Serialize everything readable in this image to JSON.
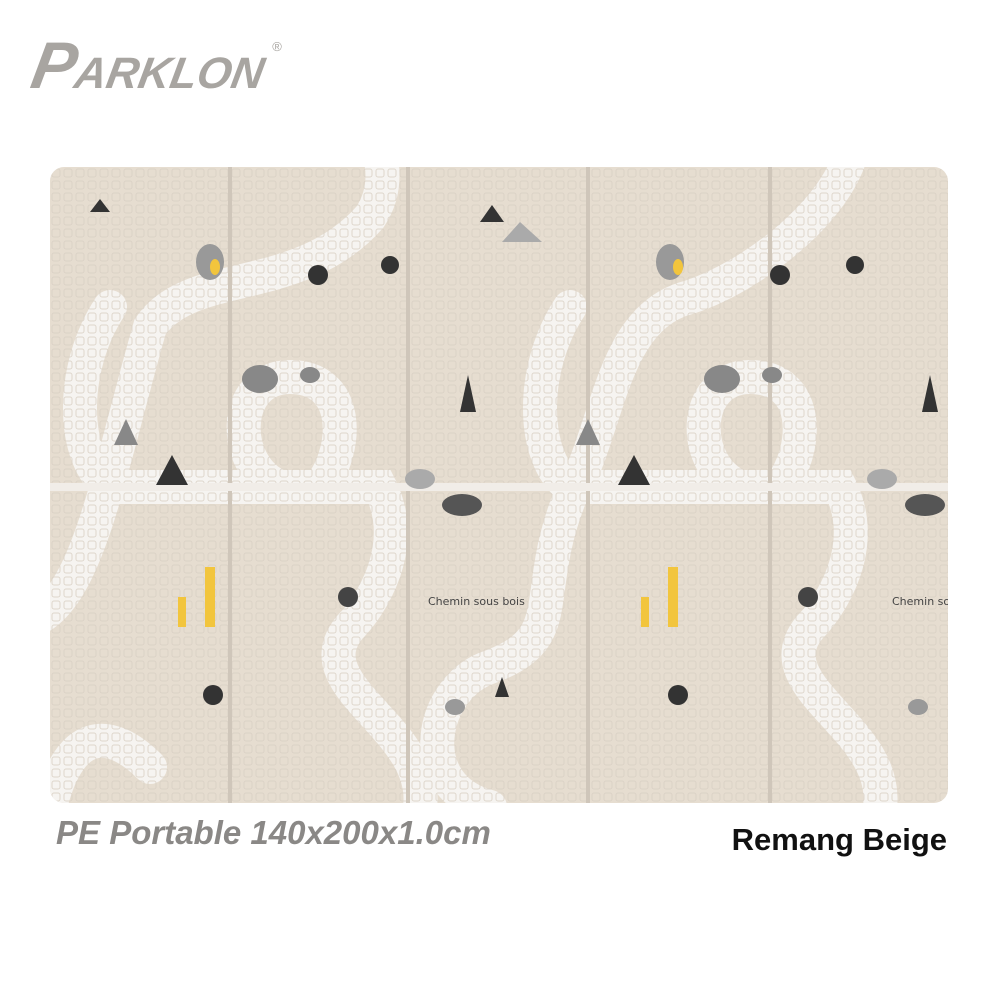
{
  "brand": {
    "logo_text": "PARKLON",
    "registered": "®"
  },
  "product": {
    "caption": "PE Portable 140x200x1.0cm",
    "color_name": "Remang Beige",
    "mat_print_text": "Chemin sous bois"
  },
  "colors": {
    "mat_base": "#e6ddd0",
    "road": "#f6f4f1",
    "logo": "#a8a5a1",
    "accent_yellow": "#f2c53d"
  }
}
